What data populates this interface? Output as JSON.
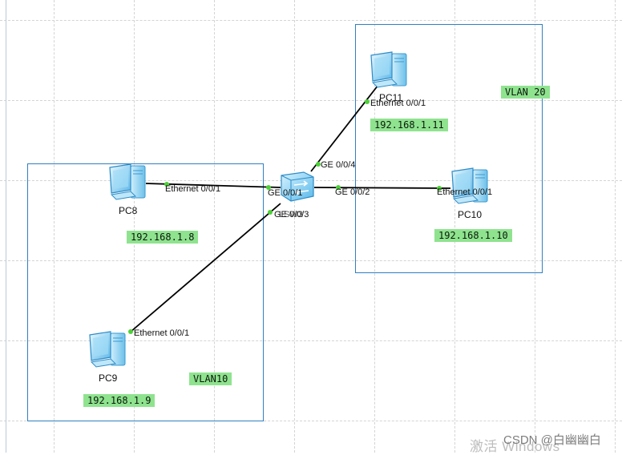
{
  "devices": {
    "pc8": {
      "name": "PC8",
      "ip": "192.168.1.8",
      "port": "Ethernet 0/0/1"
    },
    "pc9": {
      "name": "PC9",
      "ip": "192.168.1.9",
      "port": "Ethernet 0/0/1"
    },
    "pc10": {
      "name": "PC10",
      "ip": "192.168.1.10",
      "port": "Ethernet 0/0/1"
    },
    "pc11": {
      "name": "PC11",
      "ip": "192.168.1.11",
      "port": "Ethernet 0/0/1"
    },
    "switch": {
      "name": "LSW3",
      "ports": {
        "to_pc8": "GE 0/0/1",
        "to_pc9": "GE 0/0/3",
        "to_pc10": "GE 0/0/2",
        "to_pc11": "GE 0/0/4"
      }
    }
  },
  "vlans": {
    "vlan10": {
      "label": "VLAN10"
    },
    "vlan20": {
      "label": "VLAN 20"
    }
  },
  "watermark": {
    "activate": "激活 Windows",
    "csdn": "CSDN @白幽幽白"
  },
  "colors": {
    "vlan_border": "#2f7fc1",
    "tag_background": "#8fe38f",
    "link": "#000000",
    "port_dot": "#4cd137"
  }
}
